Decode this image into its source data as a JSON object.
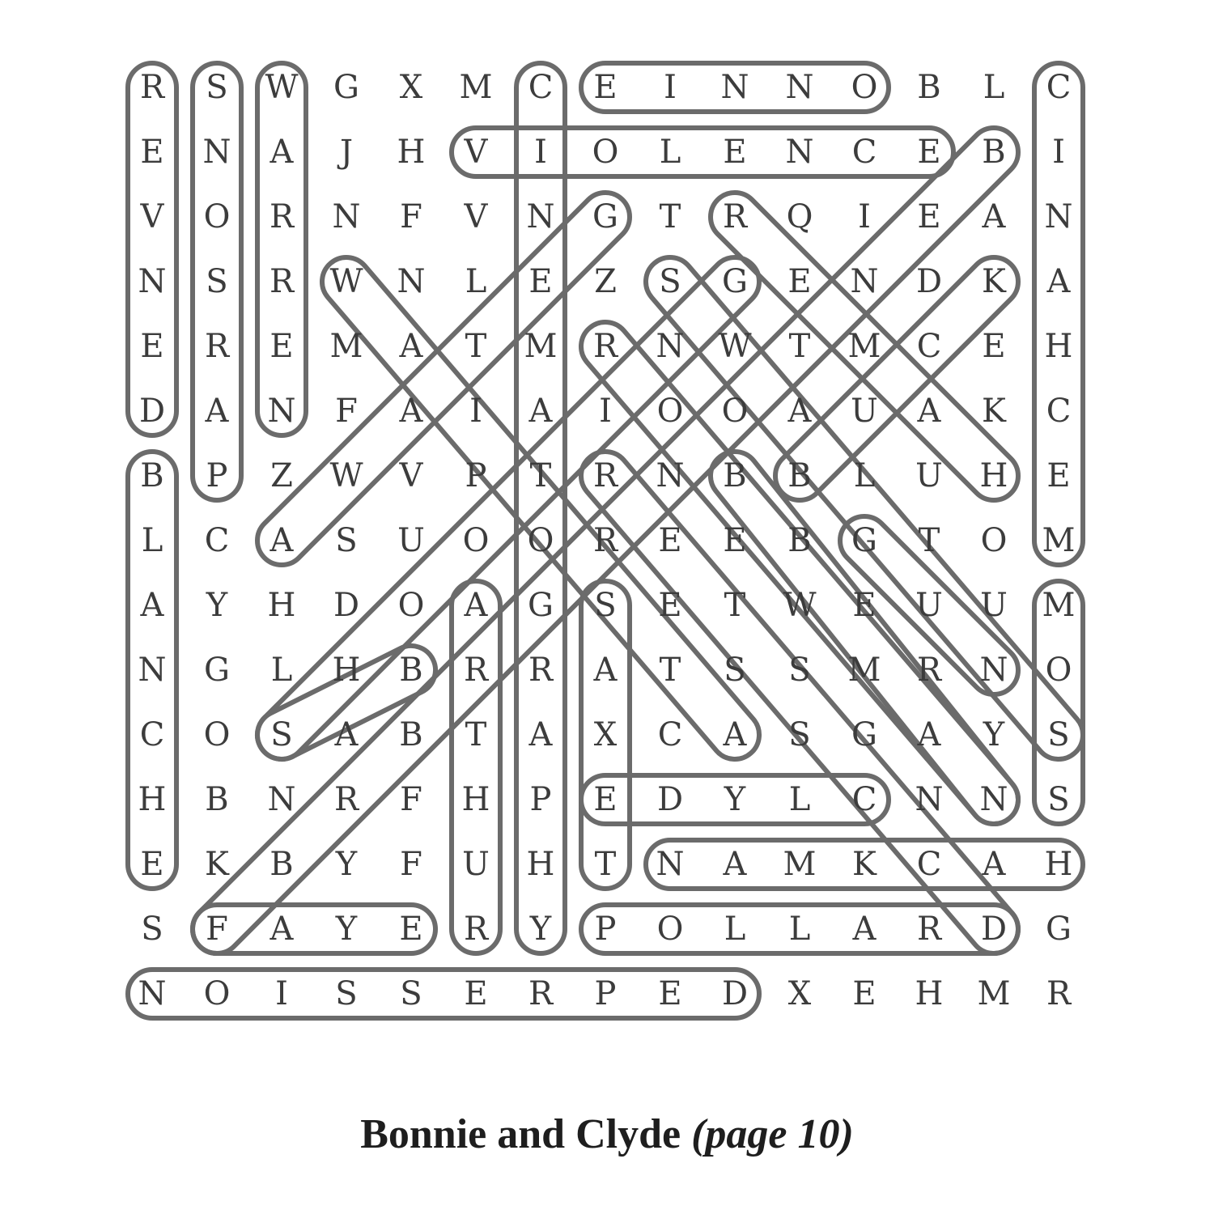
{
  "puzzle": {
    "grid": [
      "RSWGXMCEINNOBLC",
      "ENAJHVIOLENCEBI",
      "VORNFVNGTRQIEAN",
      "NSRWNLEZSGENDKA",
      "EREMATMRNWTMCEH",
      "DANFAIAIOOAUAKC",
      "BPZWVPTRNBBLUHE",
      "LCASUOOREEBGTOM",
      "AYHDOAGSETWEUUM",
      "NGLHBRRATSSMRNO",
      "COSABTAXCASGAYS",
      "HBNRFHPEDYLCNNS",
      "EKBYFUHTNAMKCAH",
      "SFAYERYPOLLARDG",
      "NOISSERPEDXEHMR"
    ],
    "found_words": [
      {
        "word": "DENVER",
        "start": [
          5,
          0
        ],
        "end": [
          0,
          0
        ]
      },
      {
        "word": "PARSONS",
        "start": [
          6,
          1
        ],
        "end": [
          0,
          1
        ]
      },
      {
        "word": "WARREN",
        "start": [
          0,
          2
        ],
        "end": [
          5,
          2
        ]
      },
      {
        "word": "CINEMATOGRAPHY",
        "start": [
          0,
          6
        ],
        "end": [
          13,
          6
        ]
      },
      {
        "word": "NOBLE",
        "start": [
          0,
          11
        ],
        "end": [
          0,
          7
        ]
      },
      {
        "word": "VIOLENCE",
        "start": [
          1,
          5
        ],
        "end": [
          1,
          12
        ]
      },
      {
        "word": "MECHANIC",
        "start": [
          7,
          14
        ],
        "end": [
          0,
          14
        ]
      },
      {
        "word": "BLANCHE",
        "start": [
          6,
          0
        ],
        "end": [
          12,
          0
        ]
      },
      {
        "word": "ARTHUR",
        "start": [
          8,
          5
        ],
        "end": [
          13,
          5
        ]
      },
      {
        "word": "SEXTET",
        "start": [
          8,
          7
        ],
        "end": [
          12,
          7
        ]
      },
      {
        "word": "MOSS",
        "start": [
          8,
          14
        ],
        "end": [
          11,
          14
        ]
      },
      {
        "word": "HACKMAN",
        "start": [
          12,
          14
        ],
        "end": [
          12,
          8
        ]
      },
      {
        "word": "FAYE",
        "start": [
          13,
          1
        ],
        "end": [
          13,
          4
        ]
      },
      {
        "word": "POLLARD",
        "start": [
          13,
          7
        ],
        "end": [
          13,
          13
        ]
      },
      {
        "word": "DEPRESSION",
        "start": [
          14,
          9
        ],
        "end": [
          14,
          0
        ]
      },
      {
        "word": "CLYDE",
        "start": [
          11,
          11
        ],
        "end": [
          11,
          7
        ]
      },
      {
        "word": "GUM",
        "start": [
          7,
          11
        ],
        "end": [
          9,
          13
        ]
      },
      {
        "word": "GATSBY",
        "start": [
          2,
          7
        ],
        "end": [
          7,
          2
        ]
      },
      {
        "word": "BANK",
        "start": [
          1,
          13
        ],
        "end": [
          13,
          1
        ]
      },
      {
        "word": "SAB",
        "start": [
          10,
          2
        ],
        "end": [
          9,
          4
        ]
      },
      {
        "word": "RIDE",
        "start": [
          2,
          9
        ],
        "end": [
          6,
          13
        ]
      },
      {
        "word": "SGMTUNS",
        "start": [
          3,
          8
        ],
        "end": [
          10,
          14
        ]
      },
      {
        "word": "KBLH",
        "start": [
          3,
          13
        ],
        "end": [
          6,
          10
        ]
      },
      {
        "word": "GNOH",
        "start": [
          3,
          9
        ],
        "end": [
          10,
          2
        ]
      },
      {
        "word": "WATSON",
        "start": [
          3,
          3
        ],
        "end": [
          10,
          9
        ]
      },
      {
        "word": "RNWANS",
        "start": [
          4,
          7
        ],
        "end": [
          11,
          13
        ]
      },
      {
        "word": "TRIGGER",
        "start": [
          6,
          7
        ],
        "end": [
          13,
          13
        ]
      },
      {
        "word": "NORTON",
        "start": [
          6,
          9
        ],
        "end": [
          11,
          13
        ]
      }
    ]
  },
  "caption": {
    "title": "Bonnie and Clyde",
    "page_ref": "(page 10)"
  }
}
